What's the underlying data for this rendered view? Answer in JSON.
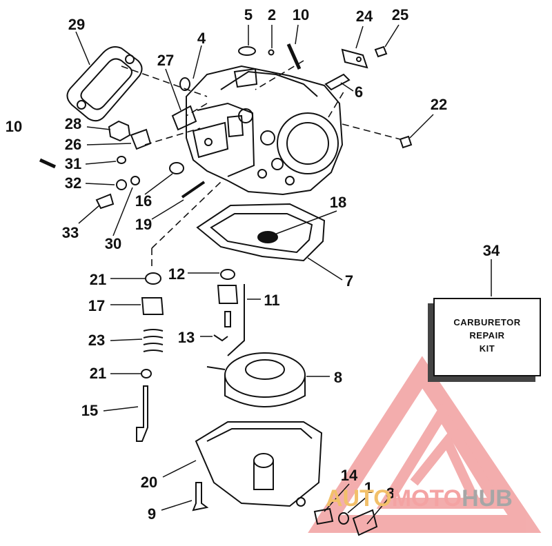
{
  "diagram": {
    "callouts": [
      {
        "id": "c1",
        "text": "1"
      },
      {
        "id": "c2",
        "text": "2"
      },
      {
        "id": "c3",
        "text": "3"
      },
      {
        "id": "c4",
        "text": "4"
      },
      {
        "id": "c5",
        "text": "5"
      },
      {
        "id": "c6",
        "text": "6"
      },
      {
        "id": "c7",
        "text": "7"
      },
      {
        "id": "c8",
        "text": "8"
      },
      {
        "id": "c9",
        "text": "9"
      },
      {
        "id": "c10a",
        "text": "10"
      },
      {
        "id": "c10b",
        "text": "10"
      },
      {
        "id": "c11",
        "text": "11"
      },
      {
        "id": "c12",
        "text": "12"
      },
      {
        "id": "c13",
        "text": "13"
      },
      {
        "id": "c14",
        "text": "14"
      },
      {
        "id": "c15",
        "text": "15"
      },
      {
        "id": "c16",
        "text": "16"
      },
      {
        "id": "c17",
        "text": "17"
      },
      {
        "id": "c18",
        "text": "18"
      },
      {
        "id": "c19",
        "text": "19"
      },
      {
        "id": "c20",
        "text": "20"
      },
      {
        "id": "c21a",
        "text": "21"
      },
      {
        "id": "c21b",
        "text": "21"
      },
      {
        "id": "c22",
        "text": "22"
      },
      {
        "id": "c23",
        "text": "23"
      },
      {
        "id": "c24",
        "text": "24"
      },
      {
        "id": "c25",
        "text": "25"
      },
      {
        "id": "c26",
        "text": "26"
      },
      {
        "id": "c27",
        "text": "27"
      },
      {
        "id": "c28",
        "text": "28"
      },
      {
        "id": "c29",
        "text": "29"
      },
      {
        "id": "c30",
        "text": "30"
      },
      {
        "id": "c31",
        "text": "31"
      },
      {
        "id": "c32",
        "text": "32"
      },
      {
        "id": "c33",
        "text": "33"
      },
      {
        "id": "c34",
        "text": "34"
      }
    ],
    "repair_kit": {
      "line1": "CARBURETOR",
      "line2": "REPAIR",
      "line3": "KIT"
    }
  },
  "watermark": {
    "part1": "AUTO",
    "part2": "MOTO",
    "part3": "HUB",
    "colors": {
      "triangle": "#f08a8a",
      "auto": "#f2c06a",
      "moto": "#f4a3a3",
      "hub": "#a6a6a6"
    }
  }
}
